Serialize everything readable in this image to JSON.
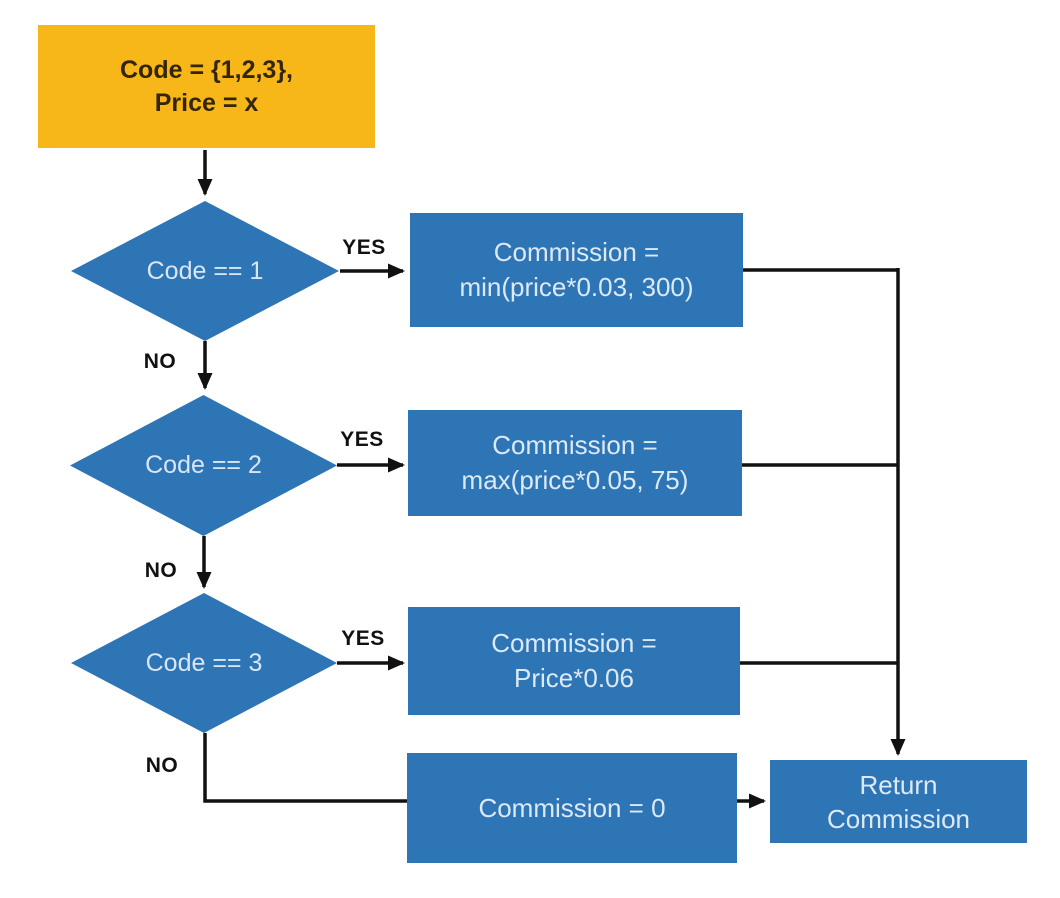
{
  "diagram": {
    "type": "flowchart",
    "colors": {
      "start_fill": "#F8B719",
      "start_text": "#332505",
      "node_fill": "#2E75B6",
      "node_text": "#DCE9F7",
      "connector": "#111111",
      "edge_label_text": "#111111",
      "background": "#FFFFFF"
    },
    "nodes": {
      "start": {
        "shape": "rectangle",
        "lines": [
          "Code = {1,2,3},",
          "Price = x"
        ]
      },
      "decision_code1": {
        "shape": "diamond",
        "label": "Code == 1"
      },
      "process_code1": {
        "shape": "rectangle",
        "lines": [
          "Commission =",
          "min(price*0.03, 300)"
        ]
      },
      "decision_code2": {
        "shape": "diamond",
        "label": "Code == 2"
      },
      "process_code2": {
        "shape": "rectangle",
        "lines": [
          "Commission =",
          "max(price*0.05, 75)"
        ]
      },
      "decision_code3": {
        "shape": "diamond",
        "label": "Code == 3"
      },
      "process_code3": {
        "shape": "rectangle",
        "lines": [
          "Commission =",
          "Price*0.06"
        ]
      },
      "process_default": {
        "shape": "rectangle",
        "lines": [
          "Commission = 0"
        ]
      },
      "end": {
        "shape": "rectangle",
        "lines": [
          "Return",
          "Commission"
        ]
      }
    },
    "edge_labels": {
      "yes1": "YES",
      "no1": "NO",
      "yes2": "YES",
      "no2": "NO",
      "yes3": "YES",
      "no3": "NO"
    }
  }
}
